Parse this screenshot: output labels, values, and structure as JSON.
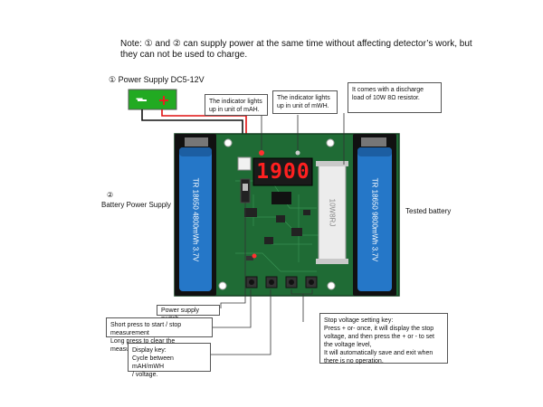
{
  "note": {
    "line1": "Note: ① and ② can supply power at the same time without affecting detector’s work, but",
    "line2": "they can not be used to charge."
  },
  "power_supply": {
    "label": "① Power Supply DC5-12V",
    "minus": "−",
    "plus": "+"
  },
  "battery_power_supply": {
    "num": "②",
    "label": "Battery Power Supply"
  },
  "tested_battery": "Tested battery",
  "callouts": {
    "mah": "The indicator lights up in unit of mAH.",
    "mwh": "The indicator lights up in unit of mWH.",
    "resistor": "It comes with a discharge load of 10W 8Ω resistor.",
    "switch": "Power supply switch",
    "start_stop": [
      "Short press to start / stop measurement",
      "Long press to clear the measurement data"
    ],
    "display_key": [
      "Display key:",
      "Cycle between mAH/mWH",
      "/ voltage."
    ],
    "stop_voltage": [
      "Stop voltage setting key:",
      "Press + or- once, it will display the stop",
      "voltage, and then press the + or - to set",
      "the voltage level,",
      "It will automatically save and exit when",
      "there is no operation."
    ]
  },
  "board": {
    "display": "1900",
    "left_cell_text": "TR 18650 4800mWh 3.7V",
    "right_cell_text": "TR 18650 9800mWh 3.7V",
    "resistor_text": "10W8RJ",
    "colors": {
      "pcb": "#1f6b35",
      "cell": "#2577c8",
      "display": "#ff2020",
      "psu": "#22aa22"
    }
  }
}
